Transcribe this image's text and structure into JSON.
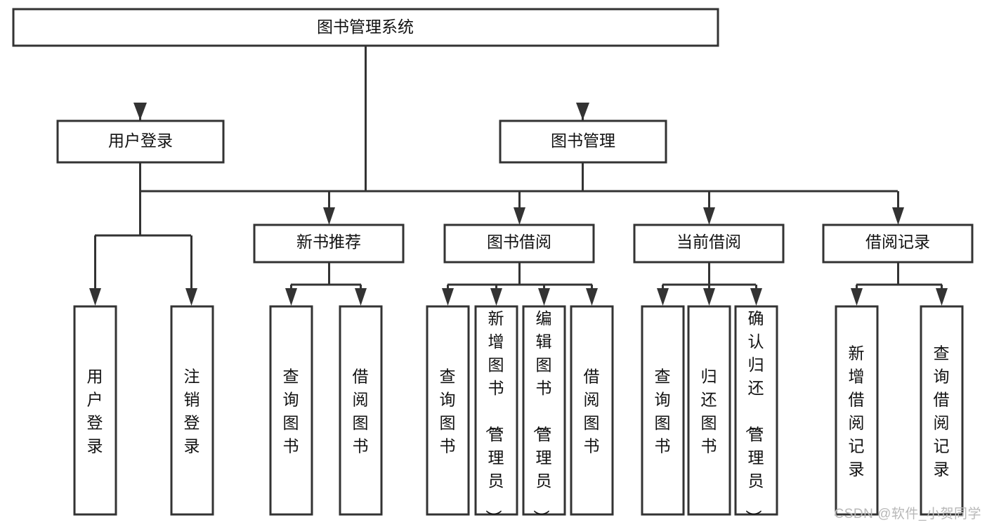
{
  "diagram": {
    "title": "图书管理系统",
    "type": "function-structure-tree",
    "colors": {
      "box_stroke": "#333333",
      "box_fill": "#ffffff",
      "text": "#111111",
      "canvas": "#ffffff",
      "watermark": "#b8b8b8"
    },
    "root": {
      "label": "图书管理系统",
      "orientation": "horizontal"
    },
    "level2": [
      {
        "label": "用户登录",
        "orientation": "horizontal"
      },
      {
        "label": "图书管理",
        "orientation": "horizontal"
      }
    ],
    "level3": [
      {
        "label": "新书推荐",
        "orientation": "horizontal",
        "parent": "图书管理"
      },
      {
        "label": "图书借阅",
        "orientation": "horizontal",
        "parent": "图书管理"
      },
      {
        "label": "当前借阅",
        "orientation": "horizontal",
        "parent": "图书管理"
      },
      {
        "label": "借阅记录",
        "orientation": "horizontal",
        "parent": "图书管理"
      }
    ],
    "leaves": [
      {
        "label": "用户登录",
        "orientation": "vertical",
        "parent": "用户登录"
      },
      {
        "label": "注销登录",
        "orientation": "vertical",
        "parent": "用户登录"
      },
      {
        "label": "查询图书",
        "orientation": "vertical",
        "parent": "新书推荐"
      },
      {
        "label": "借阅图书",
        "orientation": "vertical",
        "parent": "新书推荐"
      },
      {
        "label": "查询图书",
        "orientation": "vertical",
        "parent": "图书借阅"
      },
      {
        "label": "新增图书（管理员）",
        "orientation": "vertical",
        "parent": "图书借阅"
      },
      {
        "label": "编辑图书（管理员）",
        "orientation": "vertical",
        "parent": "图书借阅"
      },
      {
        "label": "借阅图书",
        "orientation": "vertical",
        "parent": "图书借阅"
      },
      {
        "label": "查询图书",
        "orientation": "vertical",
        "parent": "当前借阅"
      },
      {
        "label": "归还图书",
        "orientation": "vertical",
        "parent": "当前借阅"
      },
      {
        "label": "确认归还（管理员）",
        "orientation": "vertical",
        "parent": "当前借阅"
      },
      {
        "label": "新增借阅记录",
        "orientation": "vertical",
        "parent": "借阅记录"
      },
      {
        "label": "查询借阅记录",
        "orientation": "vertical",
        "parent": "借阅记录"
      }
    ],
    "watermark": "CSDN @软件_小贺同学"
  }
}
